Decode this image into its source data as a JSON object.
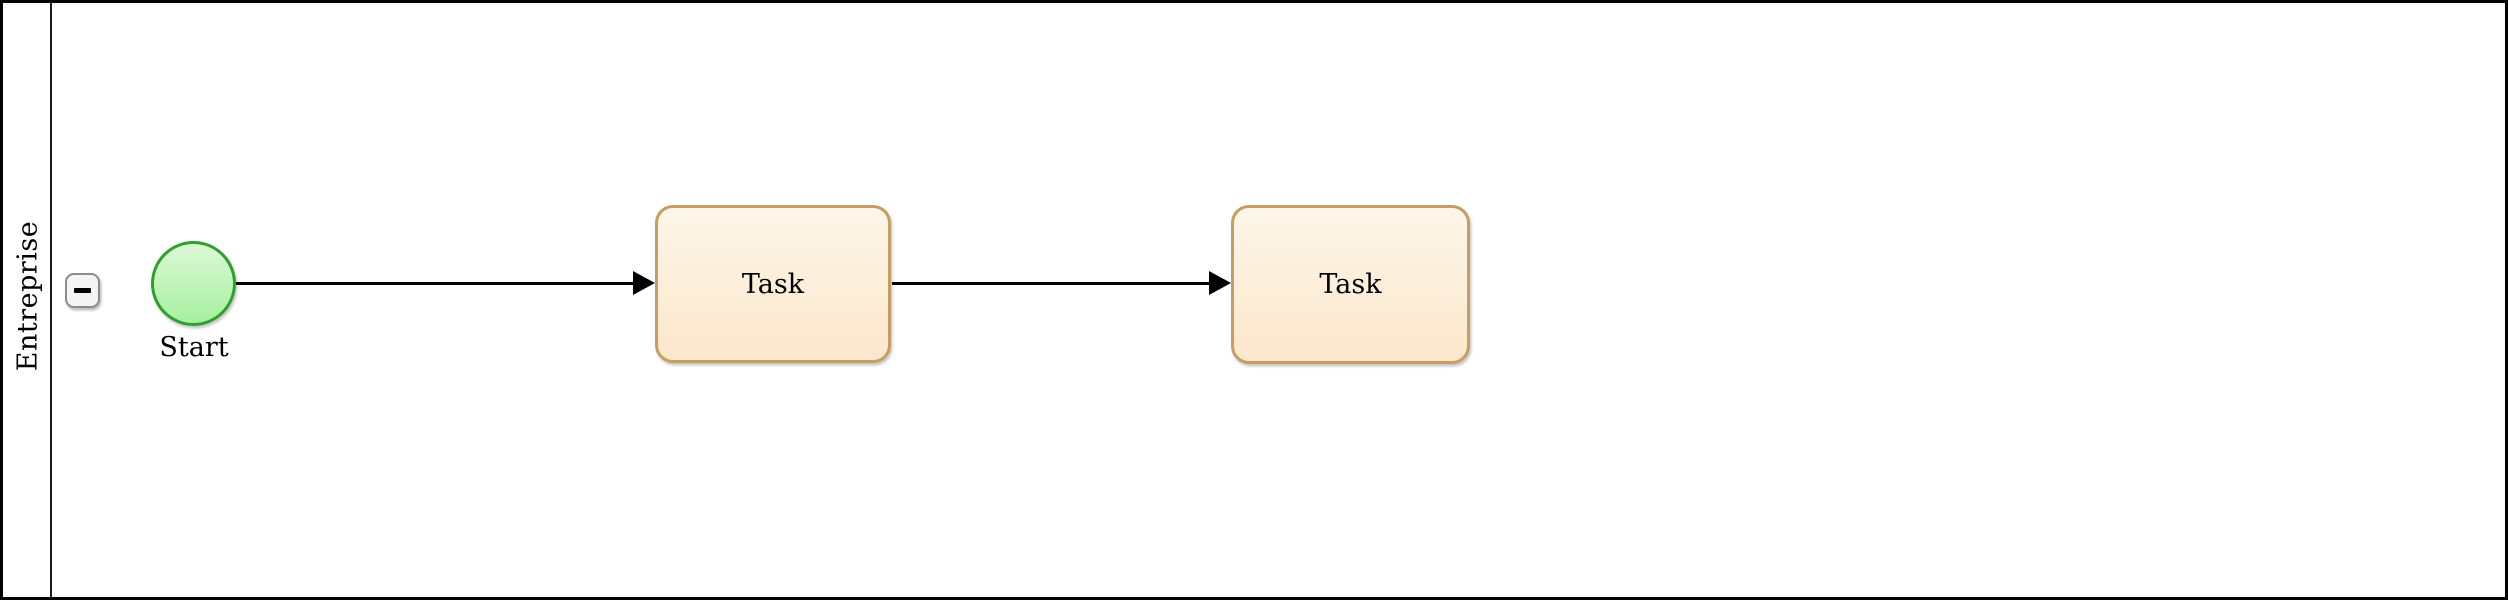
{
  "diagram": {
    "type": "bpmn-process",
    "pool": {
      "label": "Entreprise",
      "collapse_icon": "minus-icon",
      "collapse_symbol": "−"
    },
    "nodes": [
      {
        "id": "start-event",
        "type": "start-event",
        "label": "Start"
      },
      {
        "id": "task-1",
        "type": "task",
        "label": "Task"
      },
      {
        "id": "task-2",
        "type": "task",
        "label": "Task"
      }
    ],
    "flows": [
      {
        "id": "flow-1",
        "from": "start-event",
        "to": "task-1"
      },
      {
        "id": "flow-2",
        "from": "task-1",
        "to": "task-2"
      }
    ],
    "colors": {
      "background": "#ffffff",
      "pool_border": "#000000",
      "start_stroke": "#2da02d",
      "start_fill_top": "#dcf9d5",
      "start_fill_bottom": "#a6f0a0",
      "task_stroke": "#c49e63",
      "task_fill_top": "#fdf6e9",
      "task_fill_bottom": "#fbe7cb",
      "flow_color": "#000000",
      "collapse_button_fill": "#f4f4f4",
      "collapse_button_border": "#8c8c8c"
    }
  }
}
